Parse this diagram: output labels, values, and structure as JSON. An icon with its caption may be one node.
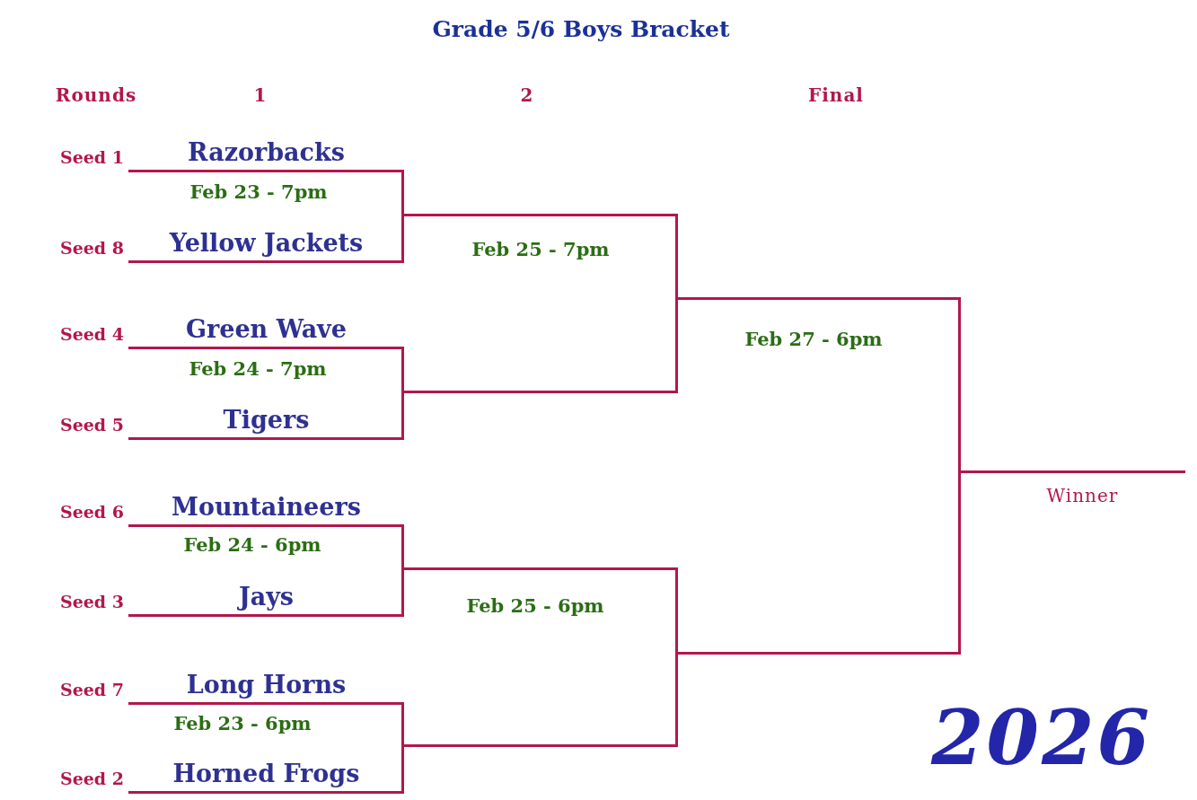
{
  "diagram": {
    "title": "Grade 5/6 Boys Bracket",
    "nodes": [
      {
        "text": [
          "Razorbacks"
        ],
        "beside": [
          "Seed 1"
        ]
      },
      {
        "text": [
          "Yellow Jackets"
        ],
        "beside": [
          "Seed 8"
        ]
      },
      {
        "text": [
          "Green Wave"
        ],
        "beside": [
          "Seed 4"
        ]
      },
      {
        "text": [
          "Tigers"
        ],
        "beside": [
          "Seed 5"
        ]
      },
      {
        "text": [
          "Mountaineers"
        ],
        "beside": [
          "Seed 6"
        ]
      },
      {
        "text": [
          "Jays"
        ],
        "beside": [
          "Seed 3"
        ]
      },
      {
        "text": [
          "Long Horns"
        ],
        "beside": [
          "Seed 7"
        ]
      },
      {
        "text": [
          "Horned Frogs"
        ],
        "beside": [
          "Seed 2"
        ]
      },
      {
        "text": [],
        "shape": "line"
      },
      {
        "text": [],
        "shape": "line"
      },
      {
        "text": [],
        "shape": "line"
      },
      {
        "text": [],
        "shape": "line"
      },
      {
        "text": [],
        "shape": "line"
      },
      {
        "text": [],
        "shape": "line"
      },
      {
        "text": [
          "Winner"
        ]
      }
    ],
    "edges": [
      {
        "from": 0,
        "to": 8,
        "arrow": "none"
      },
      {
        "from": 1,
        "to": 8,
        "arrow": "none"
      },
      {
        "from": 2,
        "to": 9,
        "arrow": "none"
      },
      {
        "from": 3,
        "to": 9,
        "arrow": "none"
      },
      {
        "from": 4,
        "to": 10,
        "arrow": "none"
      },
      {
        "from": 5,
        "to": 10,
        "arrow": "none"
      },
      {
        "from": 6,
        "to": 11,
        "arrow": "none"
      },
      {
        "from": 7,
        "to": 11,
        "arrow": "none"
      },
      {
        "from": 8,
        "to": 12,
        "arrow": "none"
      },
      {
        "from": 9,
        "to": 12,
        "arrow": "none"
      },
      {
        "from": 10,
        "to": 13,
        "arrow": "none"
      },
      {
        "from": 11,
        "to": 13,
        "arrow": "none"
      },
      {
        "from": 12,
        "to": 14,
        "arrow": "none"
      },
      {
        "from": 13,
        "to": 14,
        "arrow": "none"
      }
    ],
    "labels": [
      "Rounds",
      "1",
      "2",
      "Final",
      "Feb 23 - 7pm",
      "Feb 25 - 7pm",
      "Feb 27 - 6pm",
      "Feb 24 - 7pm",
      "Feb 24 - 6pm",
      "Feb 25 - 6pm",
      "Feb 23 - 6pm",
      "2026"
    ]
  }
}
